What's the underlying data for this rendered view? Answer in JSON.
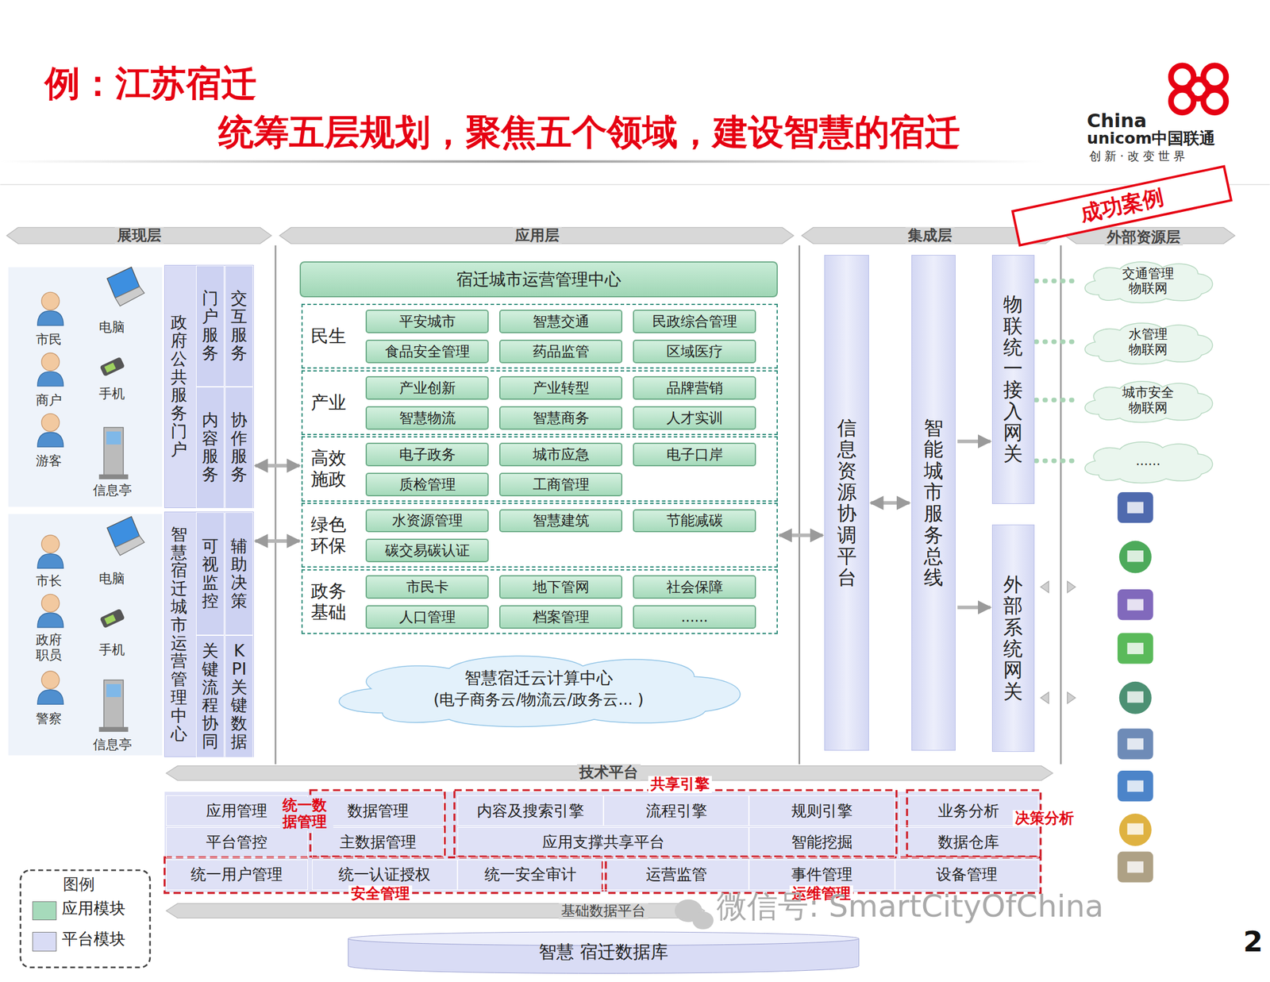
{
  "diagram": {
    "title": "例：江苏宿迁",
    "nodes": [
      {
        "text": [
          "成功案例"
        ]
      },
      {
        "text": [
          "政府公共服务门户"
        ]
      },
      {
        "text": [
          "门户服务"
        ],
        "in": 1
      },
      {
        "text": [
          "交互服务"
        ],
        "in": 1
      },
      {
        "text": [
          "内容服务"
        ],
        "in": 1
      },
      {
        "text": [
          "协作服务"
        ],
        "in": 1
      },
      {
        "text": [
          "智慧宿迁城市运营管理中心"
        ]
      },
      {
        "text": [
          "可视监控"
        ],
        "in": 6
      },
      {
        "text": [
          "辅助决策"
        ],
        "in": 6
      },
      {
        "text": [
          "关键流程协同"
        ],
        "in": 6
      },
      {
        "text": [
          "KPI关键数据"
        ],
        "in": 6
      },
      {
        "text": [
          "宿迁城市运营管理中心"
        ]
      },
      {
        "text": [
          "民生"
        ]
      },
      {
        "text": [
          "平安城市"
        ],
        "in": 12
      },
      {
        "text": [
          "智慧交通"
        ],
        "in": 12
      },
      {
        "text": [
          "民政综合管理"
        ],
        "in": 12
      },
      {
        "text": [
          "食品安全管理"
        ],
        "in": 12
      },
      {
        "text": [
          "药品监管"
        ],
        "in": 12
      },
      {
        "text": [
          "区域医疗"
        ],
        "in": 12
      },
      {
        "text": [
          "产业"
        ]
      },
      {
        "text": [
          "产业创新"
        ],
        "in": 19
      },
      {
        "text": [
          "产业转型"
        ],
        "in": 19
      },
      {
        "text": [
          "品牌营销"
        ],
        "in": 19
      },
      {
        "text": [
          "智慧物流"
        ],
        "in": 19
      },
      {
        "text": [
          "智慧商务"
        ],
        "in": 19
      },
      {
        "text": [
          "人才实训"
        ],
        "in": 19
      },
      {
        "text": [
          "高效 施政"
        ]
      },
      {
        "text": [
          "电子政务"
        ],
        "in": 26
      },
      {
        "text": [
          "城市应急"
        ],
        "in": 26
      },
      {
        "text": [
          "电子口岸"
        ],
        "in": 26
      },
      {
        "text": [
          "质检管理"
        ],
        "in": 26
      },
      {
        "text": [
          "工商管理"
        ],
        "in": 26
      },
      {
        "text": [
          "绿色 环保"
        ]
      },
      {
        "text": [
          "水资源管理"
        ],
        "in": 32
      },
      {
        "text": [
          "智慧建筑"
        ],
        "in": 32
      },
      {
        "text": [
          "节能减碳"
        ],
        "in": 32
      },
      {
        "text": [
          "碳交易碳认证"
        ],
        "in": 32
      },
      {
        "text": [
          "政务 基础"
        ]
      },
      {
        "text": [
          "市民卡"
        ],
        "in": 37
      },
      {
        "text": [
          "地下管网"
        ],
        "in": 37
      },
      {
        "text": [
          "社会保障"
        ],
        "in": 37
      },
      {
        "text": [
          "人口管理"
        ],
        "in": 37
      },
      {
        "text": [
          "档案管理"
        ],
        "in": 37
      },
      {
        "text": [
          "......"
        ],
        "in": 37
      },
      {
        "text": [
          "智慧宿迁云计算中心",
          "(电子商务云/物流云/政务云... )"
        ]
      },
      {
        "text": [
          "信息资源协调平台"
        ]
      },
      {
        "text": [
          "智能城市服务总线"
        ]
      },
      {
        "text": [
          "物联统一接入网关"
        ]
      },
      {
        "text": [
          "外部系统网关"
        ]
      },
      {
        "text": [
          "交通管理 物联网"
        ]
      },
      {
        "text": [
          "水管理 物联网"
        ]
      },
      {
        "text": [
          "城市安全 物联网"
        ]
      },
      {
        "text": [
          "......"
        ]
      },
      {
        "text": [
          "应用管理"
        ]
      },
      {
        "text": [
          "数据管理"
        ]
      },
      {
        "text": [
          "内容及搜索引擎"
        ]
      },
      {
        "text": [
          "流程引擎"
        ]
      },
      {
        "text": [
          "规则引擎"
        ]
      },
      {
        "text": [
          "业务分析"
        ]
      },
      {
        "text": [
          "平台管控"
        ]
      },
      {
        "text": [
          "主数据管理"
        ]
      },
      {
        "text": [
          "应用支撑共享平台"
        ]
      },
      {
        "text": [
          "智能挖掘"
        ]
      },
      {
        "text": [
          "数据仓库"
        ]
      },
      {
        "text": [
          "统一用户管理"
        ]
      },
      {
        "text": [
          "统一认证授权"
        ]
      },
      {
        "text": [
          "统一安全审计"
        ]
      },
      {
        "text": [
          "运营监管"
        ]
      },
      {
        "text": [
          "事件管理"
        ]
      },
      {
        "text": [
          "设备管理"
        ]
      },
      {
        "text": [
          "智慧 宿迁数据库"
        ]
      }
    ],
    "edges": [
      {
        "from": 1,
        "to": 26,
        "arrow": "both"
      },
      {
        "from": 6,
        "to": 32,
        "arrow": "both"
      },
      {
        "from": 32,
        "to": 45,
        "arrow": "both"
      },
      {
        "from": 45,
        "to": 46,
        "arrow": "both"
      },
      {
        "from": 46,
        "to": 47,
        "arrow": "to"
      },
      {
        "from": 46,
        "to": 48,
        "arrow": "to"
      },
      {
        "from": 47,
        "to": 49,
        "arrow": "none"
      },
      {
        "from": 47,
        "to": 50,
        "arrow": "none"
      },
      {
        "from": 47,
        "to": 51,
        "arrow": "none"
      },
      {
        "from": 47,
        "to": 52,
        "arrow": "none"
      }
    ],
    "labels": [
      "统筹五层规划，聚焦五个领域，建设智慧的宿迁",
      "China",
      "unicom中国联通",
      "创新·改变世界",
      "展现层",
      "应用层",
      "集成层",
      "外部资源层",
      "市民",
      "商户",
      "游客",
      "电脑",
      "手机",
      "信息亭",
      "市长",
      "政府 职员",
      "警察",
      "电脑",
      "手机",
      "信息亭",
      "技术平台",
      "共享引擎",
      "统一数 据管理",
      "决策分析",
      "安全管理",
      "运维管理",
      "基础数据平台",
      "图例",
      "微信号: SmartCityOfChina",
      "2"
    ],
    "legend": [
      {
        "text": "应用模块",
        "color": "#a6dabb"
      },
      {
        "text": "平台模块",
        "color": "#d9dcf5"
      }
    ]
  }
}
